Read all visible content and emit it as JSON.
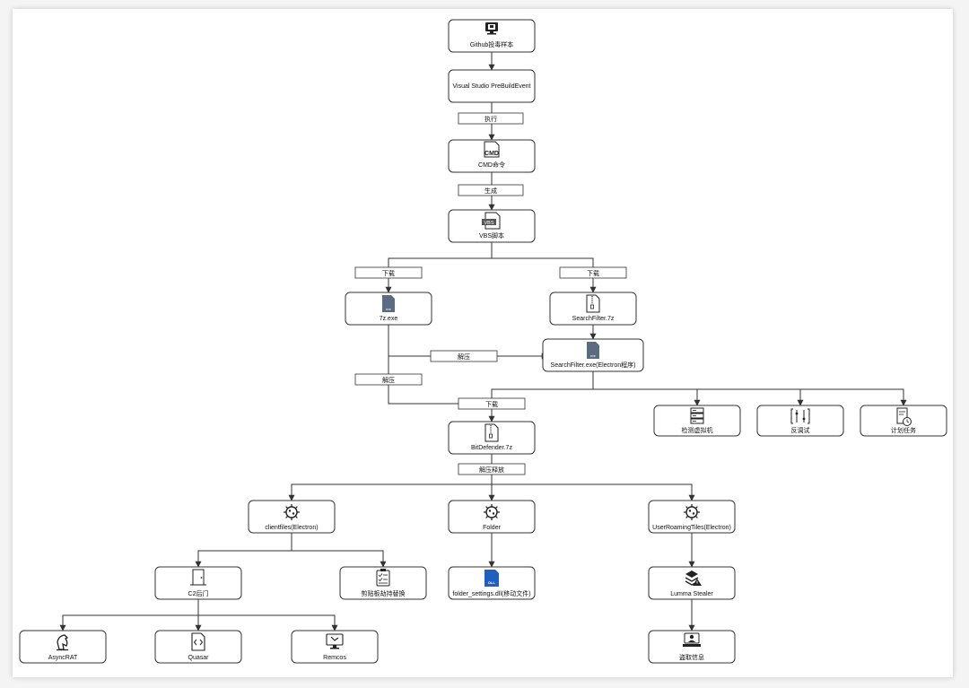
{
  "nodes": {
    "github": "Github投毒样本",
    "vs": "Visual Studio PreBuildEvent",
    "cmd": "CMD命令",
    "cmd_icon_text": "CMD",
    "vbs": "VBS脚本",
    "vbs_icon_text": "VBS",
    "sevenz": "7z.exe",
    "searchfilter7z": "SearchFilter.7z",
    "searchfilterexe": "SearchFilter.exe(Electron程序)",
    "vm": "检测虚拟机",
    "antidebug": "反调试",
    "task": "计划任务",
    "bitdefender": "BitDefender.7z",
    "clientfiles": "clientfiles(Electron)",
    "folder": "Folder",
    "userroaming": "UserRoamingTiles(Electron)",
    "c2": "C2后门",
    "clipboard": "剪贴板劫持替换",
    "folderdll": "folder_settings.dll(移动文件)",
    "lumma": "Lumma Stealer",
    "asyncrat": "AsyncRAT",
    "quasar": "Quasar",
    "remcos": "Remcos",
    "steal": "盗取信息",
    "exe_icon_text": "exe",
    "dll_icon_text": "DLL"
  },
  "edge_labels": {
    "exec": "执行",
    "gen": "生成",
    "dl1": "下载",
    "dl2": "下载",
    "unzip1": "解压",
    "unzip2": "解压",
    "dl3": "下载",
    "unzip_release": "解压释放"
  },
  "icons": {
    "github": "monitor-icon",
    "vs": "none",
    "cmd": "cmd-file-icon",
    "vbs": "vbs-file-icon",
    "sevenz": "exe-file-icon",
    "searchfilter7z": "zip-file-icon",
    "searchfilterexe": "exe-file-icon",
    "vm": "server-icon",
    "antidebug": "anti-debug-icon",
    "task": "scheduled-task-icon",
    "bitdefender": "zip-file-icon",
    "clientfiles": "virus-icon",
    "folder": "virus-icon",
    "userroaming": "virus-icon",
    "c2": "door-icon",
    "clipboard": "clipboard-icon",
    "folderdll": "dll-file-icon",
    "lumma": "stealer-icon",
    "asyncrat": "horse-icon",
    "quasar": "code-file-icon",
    "remcos": "remote-desktop-icon",
    "steal": "hacker-icon"
  },
  "colors": {
    "stroke": "#333333",
    "exe_icon": "#5b6b82",
    "dll_icon": "#1f5fbf",
    "warning": "#333333"
  }
}
